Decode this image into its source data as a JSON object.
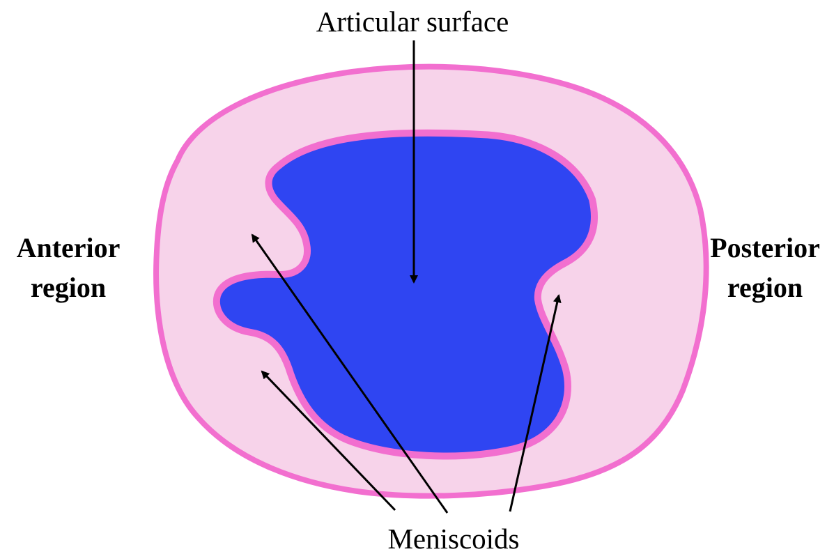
{
  "diagram": {
    "labels": {
      "articular_surface": "Articular surface",
      "anterior_line1": "Anterior",
      "anterior_line2": "region",
      "posterior_line1": "Posterior",
      "posterior_line2": "region",
      "meniscoids": "Meniscoids"
    },
    "colors": {
      "capsule_fill": "#f7d3ea",
      "capsule_outline": "#f26fcf",
      "articular_fill": "#2f45f2",
      "articular_outline": "#f26fcf",
      "arrow": "#000000",
      "text": "#000000",
      "background": "#ffffff"
    }
  }
}
